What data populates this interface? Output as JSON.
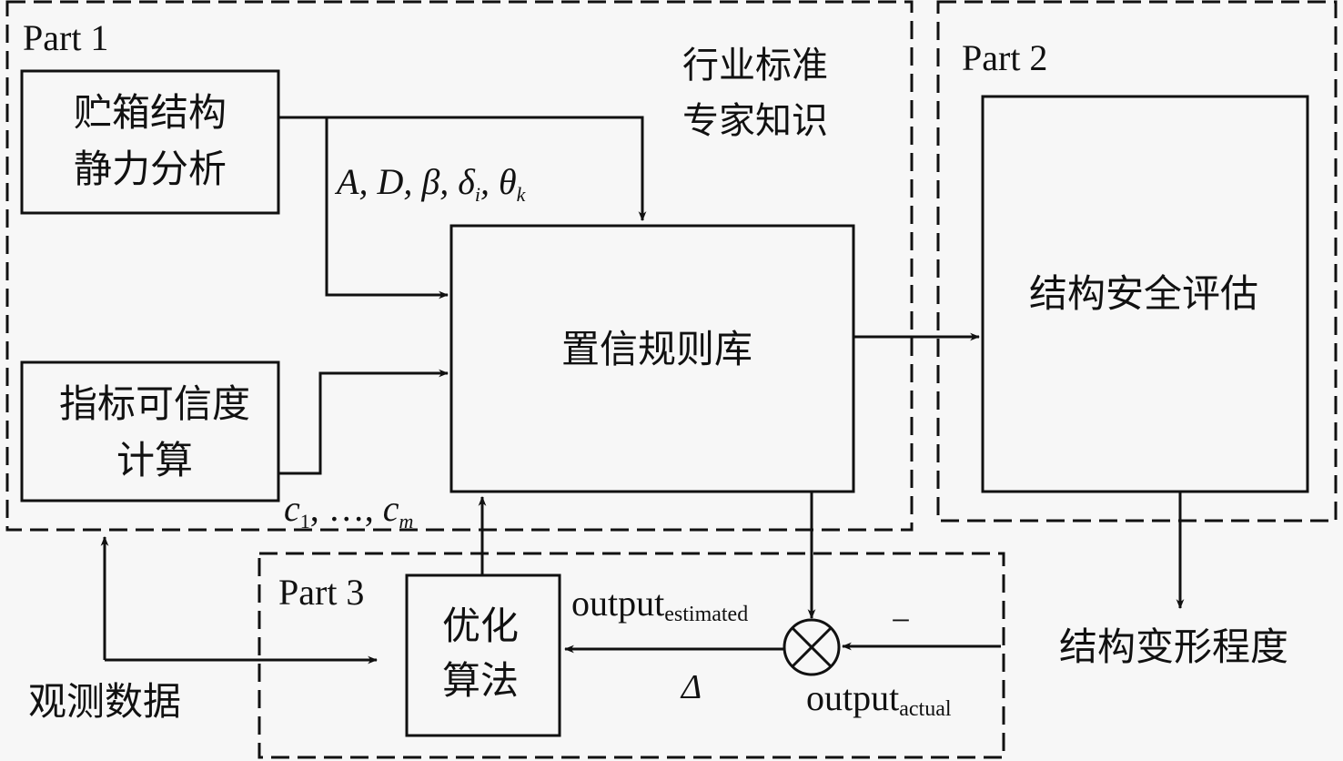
{
  "parts": {
    "part1": {
      "label": "Part 1"
    },
    "part2": {
      "label": "Part 2"
    },
    "part3": {
      "label": "Part 3"
    }
  },
  "blocks": {
    "static_analysis": {
      "line1": "贮箱结构",
      "line2": "静力分析"
    },
    "credibility": {
      "line1": "指标可信度",
      "line2": "计算"
    },
    "rule_base": {
      "label": "置信规则库"
    },
    "safety_eval": {
      "label": "结构安全评估"
    },
    "optimization": {
      "line1": "优化",
      "line2": "算法"
    }
  },
  "annotations": {
    "expert": {
      "line1": "行业标准",
      "line2": "专家知识"
    },
    "params": {
      "A": "A",
      "D": "D",
      "beta": "β",
      "delta": "δ",
      "delta_sub": "i",
      "theta": "θ",
      "theta_sub": "k",
      "sep": ", "
    },
    "credibility_out": {
      "c": "c",
      "sub1": "1",
      "dots": ", …, ",
      "subm": "m"
    },
    "observed": "观测数据",
    "deformation": "结构变形程度",
    "output_estimated": {
      "main": "output",
      "sub": "estimated"
    },
    "output_actual": {
      "main": "output",
      "sub": "actual"
    },
    "minus": "−",
    "delta_error": "Δ"
  },
  "icons": {
    "comparator": "circle-times-icon"
  }
}
